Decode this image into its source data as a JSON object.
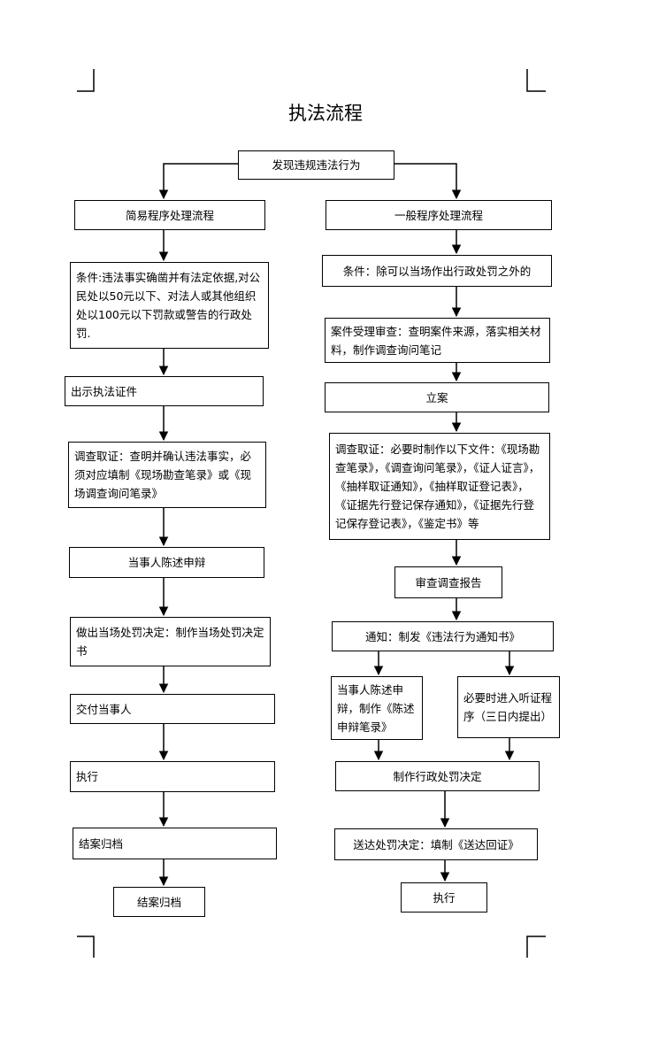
{
  "title": "执法流程",
  "start": "发现违规违法行为",
  "left": {
    "heading": "简易程序处理流程",
    "condition": "条件:违法事实确凿并有法定依据,对公民处以50元以下、对法人或其他组织处以100元以下罚款或警告的行政处罚.",
    "show_cert": "出示执法证件",
    "investigate": "调查取证：查明并确认违法事实，必须对应填制《现场勘查笔录》或《现场调查询问笔录》",
    "defense": "当事人陈述申辩",
    "decision": "做出当场处罚决定：制作当场处罚决定书",
    "deliver": "交付当事人",
    "execute": "执行",
    "archive1": "结案归档",
    "archive2": "结案归档"
  },
  "right": {
    "heading": "一般程序处理流程",
    "condition": "条件：除可以当场作出行政处罚之外的",
    "acceptance": "案件受理审查：查明案件来源，落实相关材料，制作调查询问笔记",
    "filing": "立案",
    "investigate": "调查取证：必要时制作以下文件：《现场勘查笔录》，《调查询问笔录》，《证人证言》，《抽样取证通知》，《抽样取证登记表》，《证据先行登记保存通知》，《证据先行登记保存登记表》，《鉴定书》等",
    "review": "审查调查报告",
    "notice": "通知：制发《违法行为通知书》",
    "defense": "当事人陈述申辩，制作《陈述申辩笔录》",
    "hearing": "必要时进入听证程序（三日内提出）",
    "decision": "制作行政处罚决定",
    "service": "送达处罚决定：填制《送达回证》",
    "execute": "执行"
  }
}
